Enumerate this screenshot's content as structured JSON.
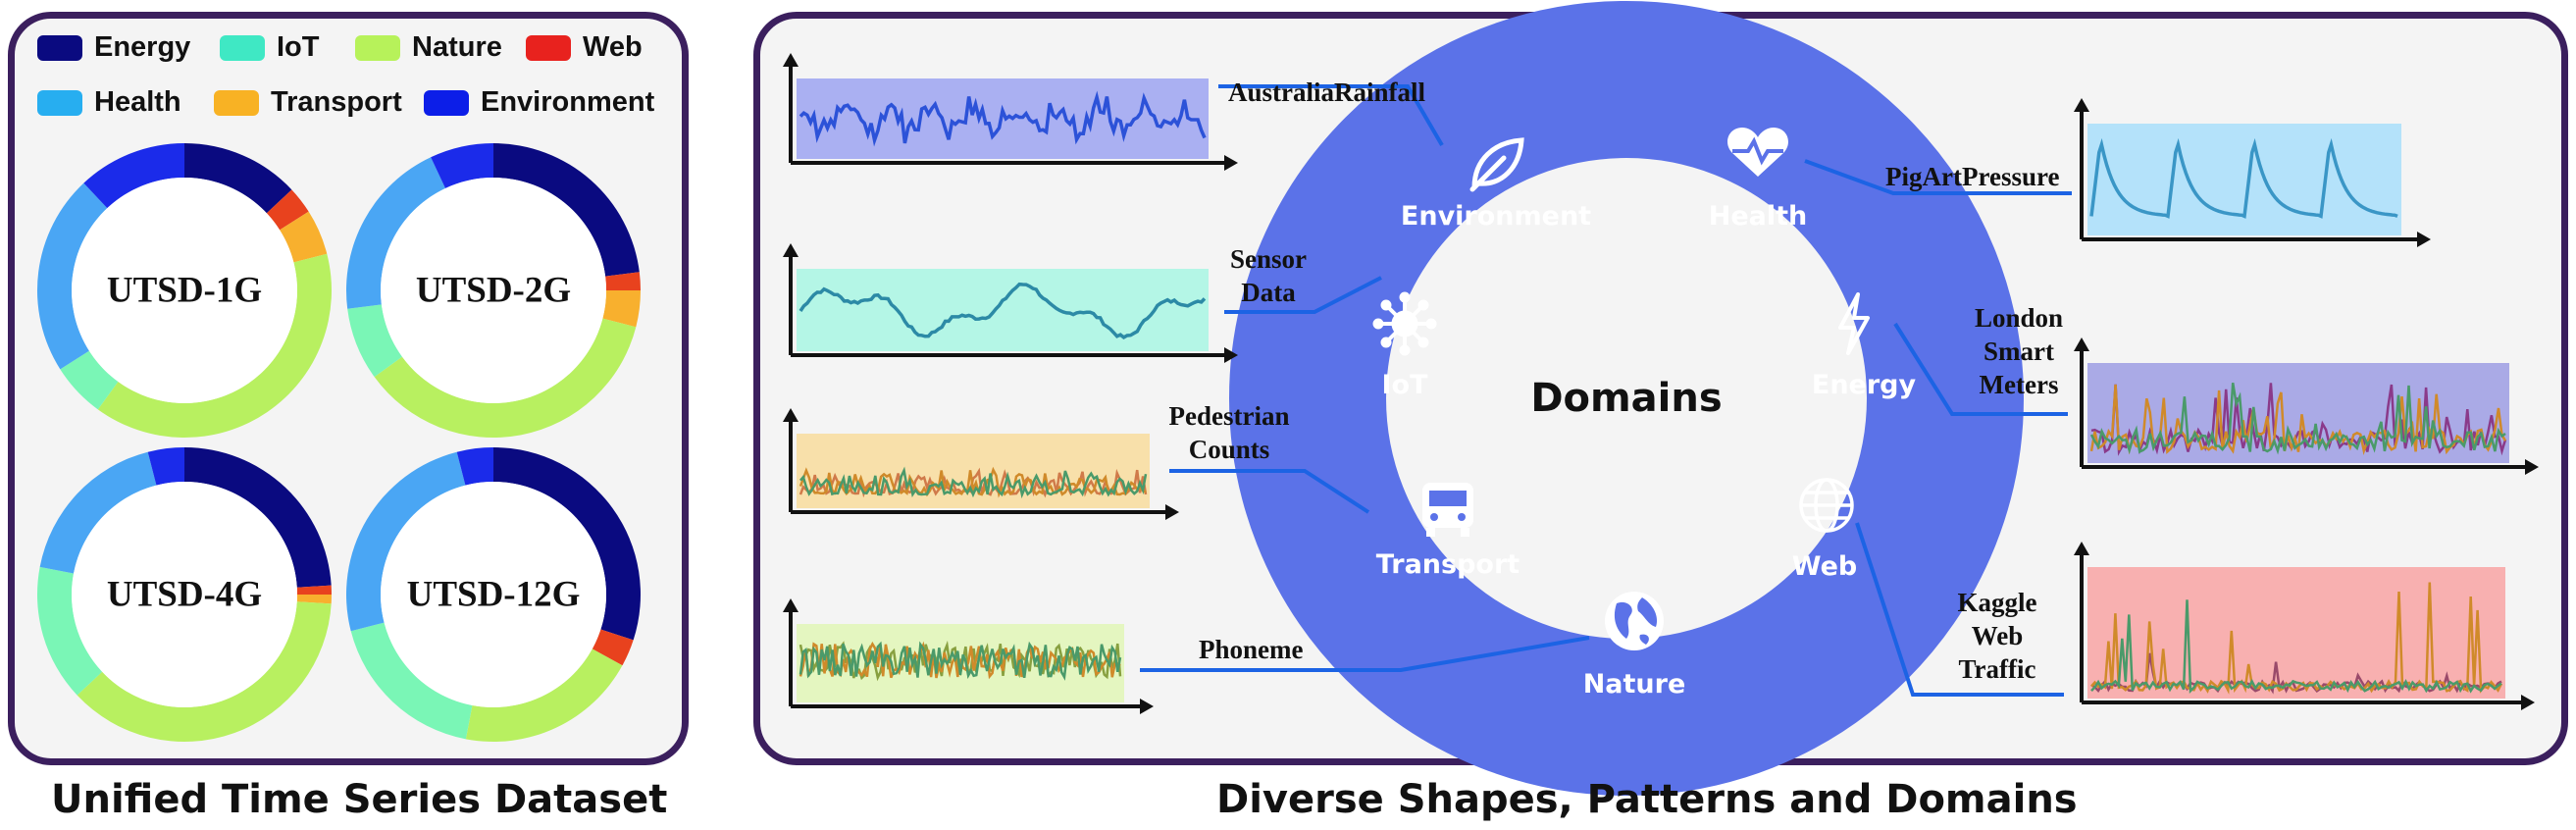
{
  "legend": [
    {
      "label": "Energy",
      "color": "#0a0a80"
    },
    {
      "label": "IoT",
      "color": "#3fe8c4"
    },
    {
      "label": "Nature",
      "color": "#b7f25a"
    },
    {
      "label": "Web",
      "color": "#e8221e"
    },
    {
      "label": "Health",
      "color": "#27aef0"
    },
    {
      "label": "Transport",
      "color": "#f8b224"
    },
    {
      "label": "Environment",
      "color": "#0c1ee8"
    }
  ],
  "donuts": [
    {
      "label": "UTSD-1G",
      "segments": [
        {
          "domain": "Energy",
          "value": 0.13,
          "color": "#0a0a80"
        },
        {
          "domain": "Web",
          "value": 0.03,
          "color": "#e8421e"
        },
        {
          "domain": "Transport",
          "value": 0.05,
          "color": "#f8b02e"
        },
        {
          "domain": "Nature",
          "value": 0.39,
          "color": "#b8f060"
        },
        {
          "domain": "IoT",
          "value": 0.06,
          "color": "#7af6b6"
        },
        {
          "domain": "Health",
          "value": 0.22,
          "color": "#4aa6f4"
        },
        {
          "domain": "Environment",
          "value": 0.12,
          "color": "#1b2bea"
        }
      ]
    },
    {
      "label": "UTSD-2G",
      "segments": [
        {
          "domain": "Energy",
          "value": 0.23,
          "color": "#0a0a80"
        },
        {
          "domain": "Web",
          "value": 0.02,
          "color": "#e8421e"
        },
        {
          "domain": "Transport",
          "value": 0.04,
          "color": "#f8b02e"
        },
        {
          "domain": "Nature",
          "value": 0.36,
          "color": "#b8f060"
        },
        {
          "domain": "IoT",
          "value": 0.08,
          "color": "#7af6b6"
        },
        {
          "domain": "Health",
          "value": 0.2,
          "color": "#4aa6f4"
        },
        {
          "domain": "Environment",
          "value": 0.07,
          "color": "#1b2bea"
        }
      ]
    },
    {
      "label": "UTSD-4G",
      "segments": [
        {
          "domain": "Energy",
          "value": 0.24,
          "color": "#0a0a80"
        },
        {
          "domain": "Web",
          "value": 0.01,
          "color": "#e8421e"
        },
        {
          "domain": "Transport",
          "value": 0.01,
          "color": "#f8b02e"
        },
        {
          "domain": "Nature",
          "value": 0.37,
          "color": "#b8f060"
        },
        {
          "domain": "IoT",
          "value": 0.15,
          "color": "#7af6b6"
        },
        {
          "domain": "Health",
          "value": 0.18,
          "color": "#4aa6f4"
        },
        {
          "domain": "Environment",
          "value": 0.04,
          "color": "#1b2bea"
        }
      ]
    },
    {
      "label": "UTSD-12G",
      "segments": [
        {
          "domain": "Energy",
          "value": 0.3,
          "color": "#0a0a80"
        },
        {
          "domain": "Web",
          "value": 0.03,
          "color": "#e8421e"
        },
        {
          "domain": "Nature",
          "value": 0.2,
          "color": "#b8f060"
        },
        {
          "domain": "IoT",
          "value": 0.18,
          "color": "#7af6b6"
        },
        {
          "domain": "Health",
          "value": 0.25,
          "color": "#4aa6f4"
        },
        {
          "domain": "Environment",
          "value": 0.04,
          "color": "#1b2bea"
        }
      ]
    }
  ],
  "captions": {
    "left": "Unified Time Series Dataset",
    "right": "Diverse Shapes, Patterns and Domains"
  },
  "center_title": "Domains",
  "ring_color": "#5b72e8",
  "ring_domains": [
    {
      "label": "Environment",
      "icon": "leaf-icon"
    },
    {
      "label": "Health",
      "icon": "heart-pulse-icon"
    },
    {
      "label": "IoT",
      "icon": "virus-icon"
    },
    {
      "label": "Energy",
      "icon": "lightning-icon"
    },
    {
      "label": "Transport",
      "icon": "bus-icon"
    },
    {
      "label": "Web",
      "icon": "globe-icon"
    },
    {
      "label": "Nature",
      "icon": "earth-icon"
    }
  ],
  "datasets": [
    {
      "label": "AustraliaRainfall",
      "domain": "Environment",
      "bg": "#aab0f2",
      "line": "#2c52d8"
    },
    {
      "label": "Sensor Data",
      "domain": "IoT",
      "bg": "#b4f6e6",
      "line": "#2c8aa6"
    },
    {
      "label": "Pedestrian Counts",
      "domain": "Transport",
      "bg": "#f8e0aa",
      "line": "#d07a4a"
    },
    {
      "label": "Phoneme",
      "domain": "Nature",
      "bg": "#e4f6c0",
      "line": "#88a040"
    },
    {
      "label": "PigArtPressure",
      "domain": "Health",
      "bg": "#b4e2fa",
      "line": "#3a96c6"
    },
    {
      "label": "London Smart Meters",
      "domain": "Energy",
      "bg": "#aaaae6",
      "line": "#8a3a8a"
    },
    {
      "label": "Kaggle Web Traffic",
      "domain": "Web",
      "bg": "#f8b0b0",
      "line": "#9a4a6a"
    }
  ]
}
